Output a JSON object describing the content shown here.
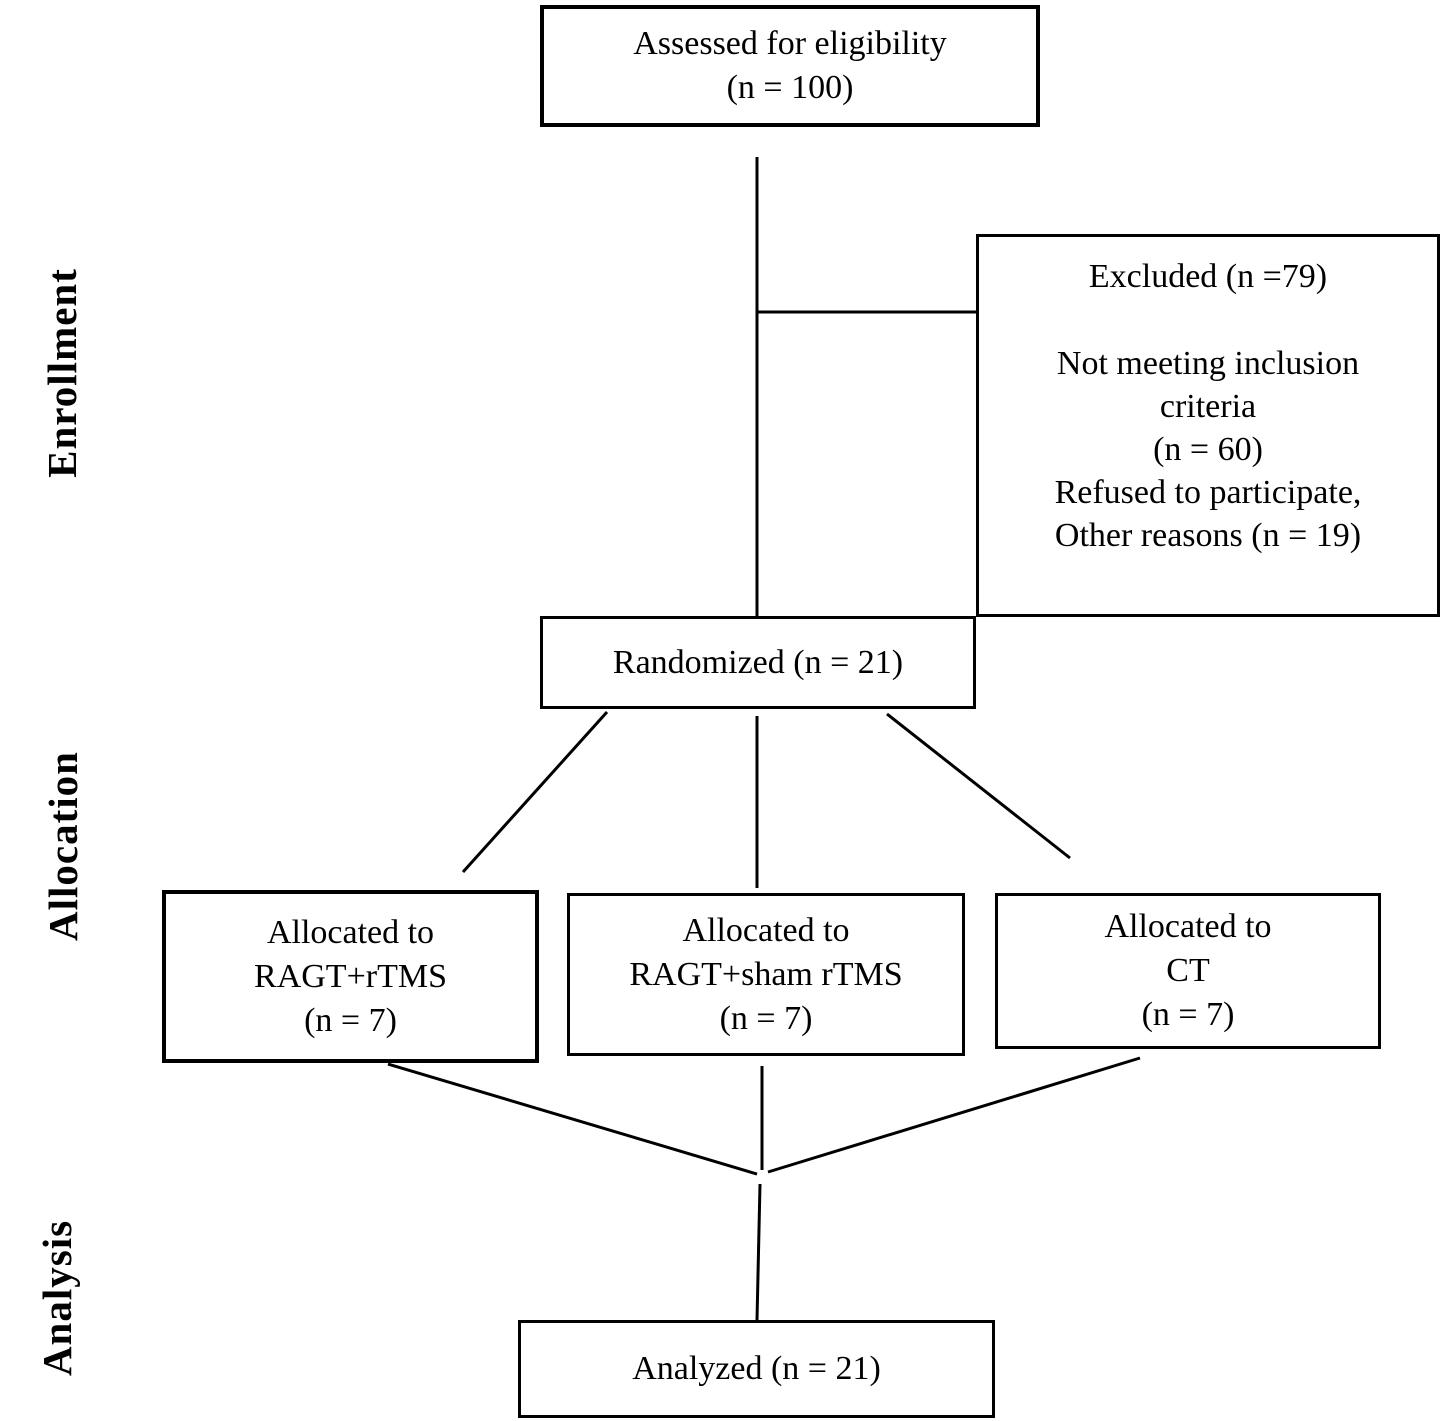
{
  "diagram": {
    "stage_labels": [
      {
        "id": "enrollment",
        "text": "Enrollment"
      },
      {
        "id": "allocation",
        "text": "Allocation"
      },
      {
        "id": "analysis",
        "text": "Analysis"
      }
    ],
    "boxes": {
      "assessed": {
        "lines": [
          "Assessed for eligibility",
          "(n = 100)"
        ]
      },
      "excluded": {
        "title": "Excluded (n =79)",
        "lines": [
          "Not meeting inclusion",
          "criteria",
          "(n = 60)",
          "Refused to participate,",
          "Other reasons (n = 19)"
        ]
      },
      "randomized": {
        "lines": [
          "Randomized (n = 21)"
        ]
      },
      "alloc_ragt_rtms": {
        "lines": [
          "Allocated to",
          "RAGT+rTMS",
          "(n = 7)"
        ]
      },
      "alloc_ragt_sham": {
        "lines": [
          "Allocated to",
          "RAGT+sham rTMS",
          "(n = 7)"
        ]
      },
      "alloc_ct": {
        "lines": [
          "Allocated to",
          "CT",
          "(n = 7)"
        ]
      },
      "analyzed": {
        "lines": [
          "Analyzed (n = 21)"
        ]
      }
    },
    "colors": {
      "line": "#000000",
      "text": "#000000",
      "background": "#ffffff"
    }
  }
}
